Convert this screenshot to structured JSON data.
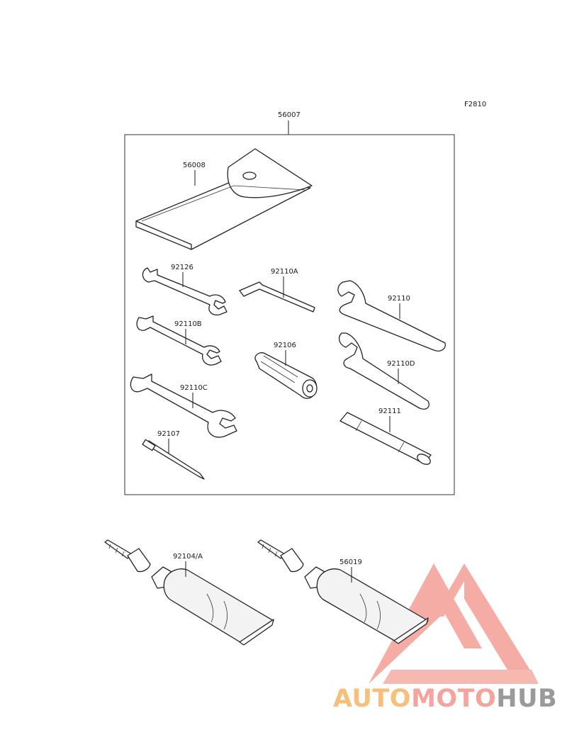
{
  "diagram": {
    "figure_code": "F2810",
    "kit_number": "56007",
    "parts": [
      {
        "id": "case",
        "number": "56008"
      },
      {
        "id": "wrench1",
        "number": "92126"
      },
      {
        "id": "wrench2",
        "number": "92110B"
      },
      {
        "id": "wrench3",
        "number": "92110C"
      },
      {
        "id": "screwdriver",
        "number": "92107"
      },
      {
        "id": "hexkey",
        "number": "92110A"
      },
      {
        "id": "handle",
        "number": "92106"
      },
      {
        "id": "hookwrench1",
        "number": "92110"
      },
      {
        "id": "hookwrench2",
        "number": "92110D"
      },
      {
        "id": "extension",
        "number": "92111"
      },
      {
        "id": "tube1",
        "number": "92104/A"
      },
      {
        "id": "tube2",
        "number": "56019"
      }
    ]
  },
  "watermark": {
    "part1": "AUTO",
    "part2": "MOTO",
    "part3": "HUB",
    "colors": {
      "primary": "#f4a49c",
      "light": "#f9cfc9",
      "orange": "#f6c07a",
      "grey": "#9a9a9a"
    }
  }
}
